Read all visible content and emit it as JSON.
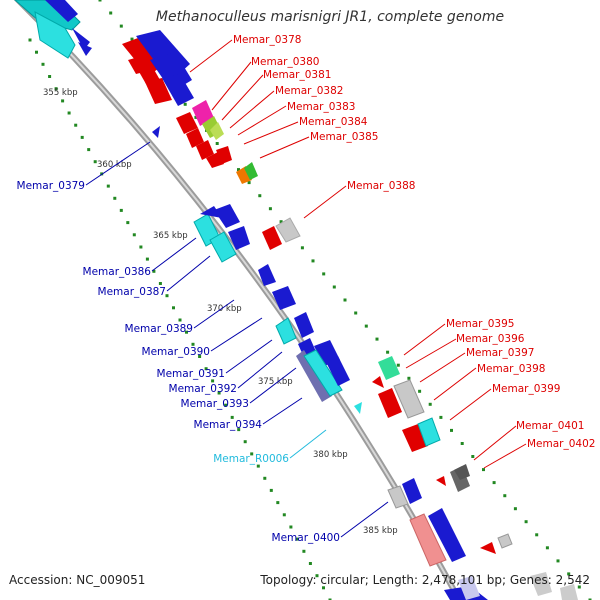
{
  "title": "Methanoculleus marisnigri JR1, complete genome",
  "footer": {
    "accession": "Accession: NC_009051",
    "summary": "Topology: circular; Length: 2,478,101 bp; Genes: 2,542"
  },
  "colors": {
    "backbone": "#999999",
    "forward_label": "#dd0000",
    "reverse_label": "#0000aa",
    "rna_label": "#22bbdd",
    "ticks": "#228822"
  },
  "ruler": [
    {
      "label": "355 kbp"
    },
    {
      "label": "360 kbp"
    },
    {
      "label": "365 kbp"
    },
    {
      "label": "370 kbp"
    },
    {
      "label": "375 kbp"
    },
    {
      "label": "380 kbp"
    },
    {
      "label": "385 kbp"
    }
  ],
  "forward_labels": [
    "Memar_0378",
    "Memar_0380",
    "Memar_0381",
    "Memar_0382",
    "Memar_0383",
    "Memar_0384",
    "Memar_0385",
    "Memar_0388",
    "Memar_0395",
    "Memar_0396",
    "Memar_0397",
    "Memar_0398",
    "Memar_0399",
    "Memar_0401",
    "Memar_0402"
  ],
  "reverse_labels": [
    "Memar_0379",
    "Memar_0386",
    "Memar_0387",
    "Memar_0389",
    "Memar_0390",
    "Memar_0391",
    "Memar_0392",
    "Memar_0393",
    "Memar_0394",
    "Memar_0400"
  ],
  "rna_labels": [
    "Memar_R0006"
  ]
}
